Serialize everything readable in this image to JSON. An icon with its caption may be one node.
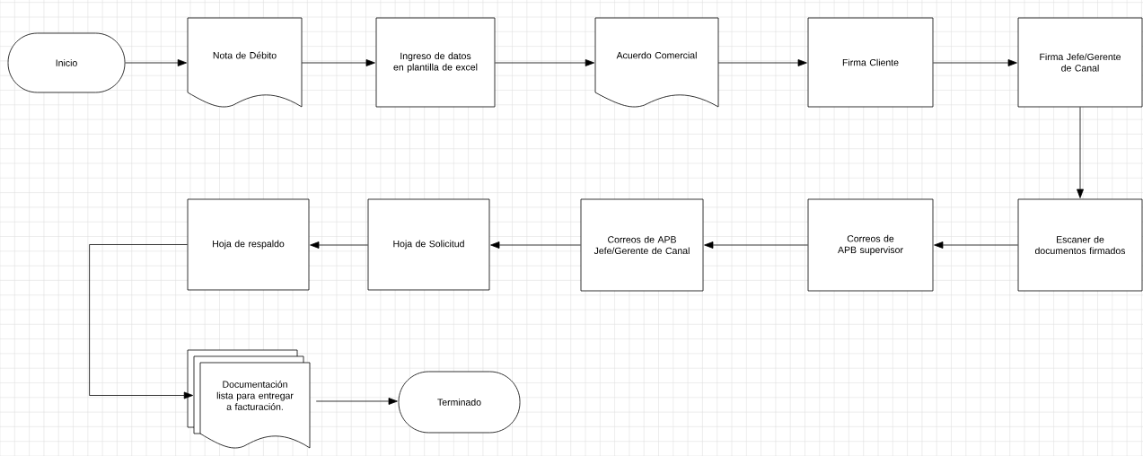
{
  "diagram": {
    "nodes": [
      {
        "text": [
          "Inicio"
        ]
      },
      {
        "text": [
          "Nota de Débito"
        ]
      },
      {
        "text": [
          "Ingreso de datos en plantilla de excel"
        ]
      },
      {
        "text": [
          "Acuerdo Comercial"
        ]
      },
      {
        "text": [
          "Firma Cliente"
        ]
      },
      {
        "text": [
          "Firma Jefe/Gerente de Canal"
        ]
      },
      {
        "text": [
          "Escaner de documentos firmados"
        ]
      },
      {
        "text": [
          "Correos de APB supervisor"
        ]
      },
      {
        "text": [
          "Correos de APB Jefe/Gerente de Canal"
        ]
      },
      {
        "text": [
          "Hoja de Solicitud"
        ]
      },
      {
        "text": [
          "Hoja de respaldo"
        ]
      },
      {
        "text": [
          "Documentación lista para entregar a facturación."
        ]
      },
      {
        "text": [
          "Terminado"
        ]
      }
    ],
    "edges": [
      {
        "from": 0,
        "to": 1,
        "arrow": "to"
      },
      {
        "from": 1,
        "to": 2,
        "arrow": "to"
      },
      {
        "from": 2,
        "to": 3,
        "arrow": "to"
      },
      {
        "from": 3,
        "to": 4,
        "arrow": "to"
      },
      {
        "from": 4,
        "to": 5,
        "arrow": "to"
      },
      {
        "from": 5,
        "to": 6,
        "arrow": "to"
      },
      {
        "from": 6,
        "to": 7,
        "arrow": "to"
      },
      {
        "from": 7,
        "to": 8,
        "arrow": "to"
      },
      {
        "from": 8,
        "to": 9,
        "arrow": "to"
      },
      {
        "from": 9,
        "to": 10,
        "arrow": "to"
      },
      {
        "from": 10,
        "to": 11,
        "arrow": "to"
      },
      {
        "from": 11,
        "to": 12,
        "arrow": "to"
      }
    ]
  }
}
